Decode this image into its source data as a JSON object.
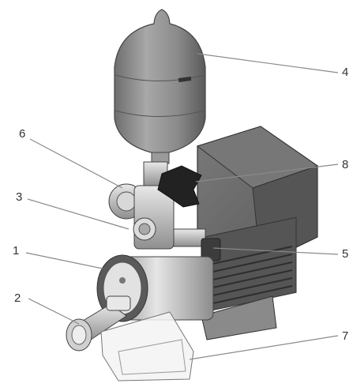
{
  "diagram": {
    "callouts": [
      {
        "id": "4",
        "label": "4"
      },
      {
        "id": "6",
        "label": "6"
      },
      {
        "id": "8",
        "label": "8"
      },
      {
        "id": "3",
        "label": "3"
      },
      {
        "id": "1",
        "label": "1"
      },
      {
        "id": "5",
        "label": "5"
      },
      {
        "id": "2",
        "label": "2"
      },
      {
        "id": "7",
        "label": "7"
      }
    ]
  },
  "colors": {
    "tank": "#7d7d7d",
    "motor": "#5f5f5f",
    "metal": "#c8c8c8",
    "leader_line": "#8a8a8a"
  }
}
